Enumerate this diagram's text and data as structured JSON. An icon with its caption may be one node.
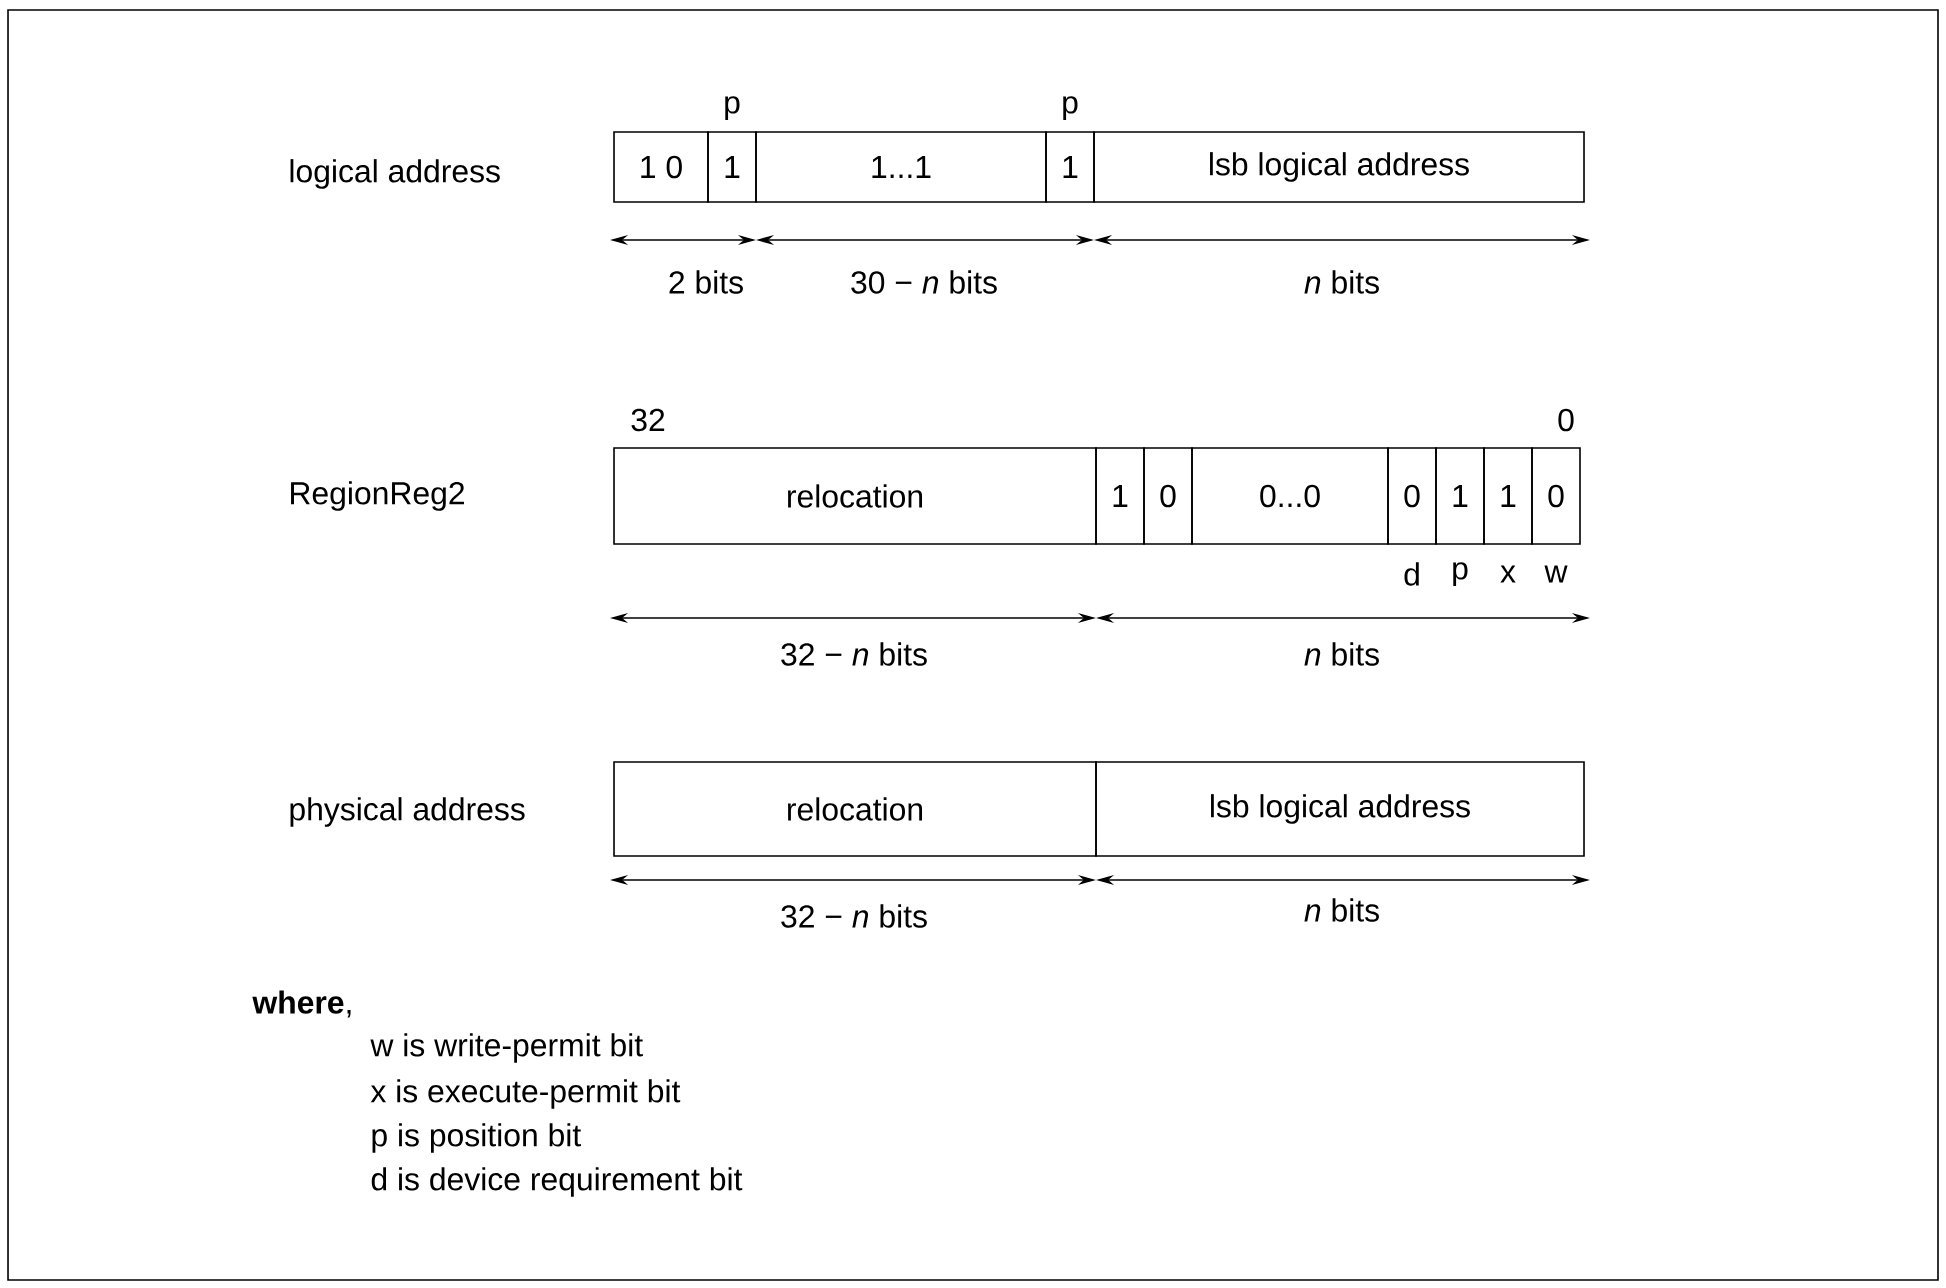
{
  "diagram": {
    "nodes": [
      {
        "text": [
          "1 0"
        ]
      },
      {
        "text": [
          "1"
        ],
        "beside": [
          "p"
        ]
      },
      {
        "text": [
          "1...1"
        ]
      },
      {
        "text": [
          "1"
        ],
        "beside": [
          "p"
        ]
      },
      {
        "text": [
          "lsb logical address"
        ]
      },
      {
        "text": [
          "relocation"
        ]
      },
      {
        "text": [
          "1"
        ]
      },
      {
        "text": [
          "0"
        ]
      },
      {
        "text": [
          "0...0"
        ]
      },
      {
        "text": [
          "0"
        ],
        "beside": [
          "d"
        ]
      },
      {
        "text": [
          "1"
        ],
        "beside": [
          "p"
        ]
      },
      {
        "text": [
          "1"
        ],
        "beside": [
          "x"
        ]
      },
      {
        "text": [
          "0"
        ],
        "beside": [
          "w"
        ]
      },
      {
        "text": [
          "relocation"
        ]
      },
      {
        "text": [
          "lsb logical address"
        ]
      }
    ],
    "labels": [
      "logical address",
      "2 bits",
      "30 − *n* bits",
      "*n* bits",
      "32",
      "0",
      "RegionReg2",
      "32 − *n* bits",
      "*n* bits",
      "physical address",
      "32 − *n* bits",
      "*n* bits",
      "**where**,",
      "w is write-permit bit",
      "x is execute-permit bit",
      "p is position bit",
      "d is device requirement bit"
    ]
  }
}
